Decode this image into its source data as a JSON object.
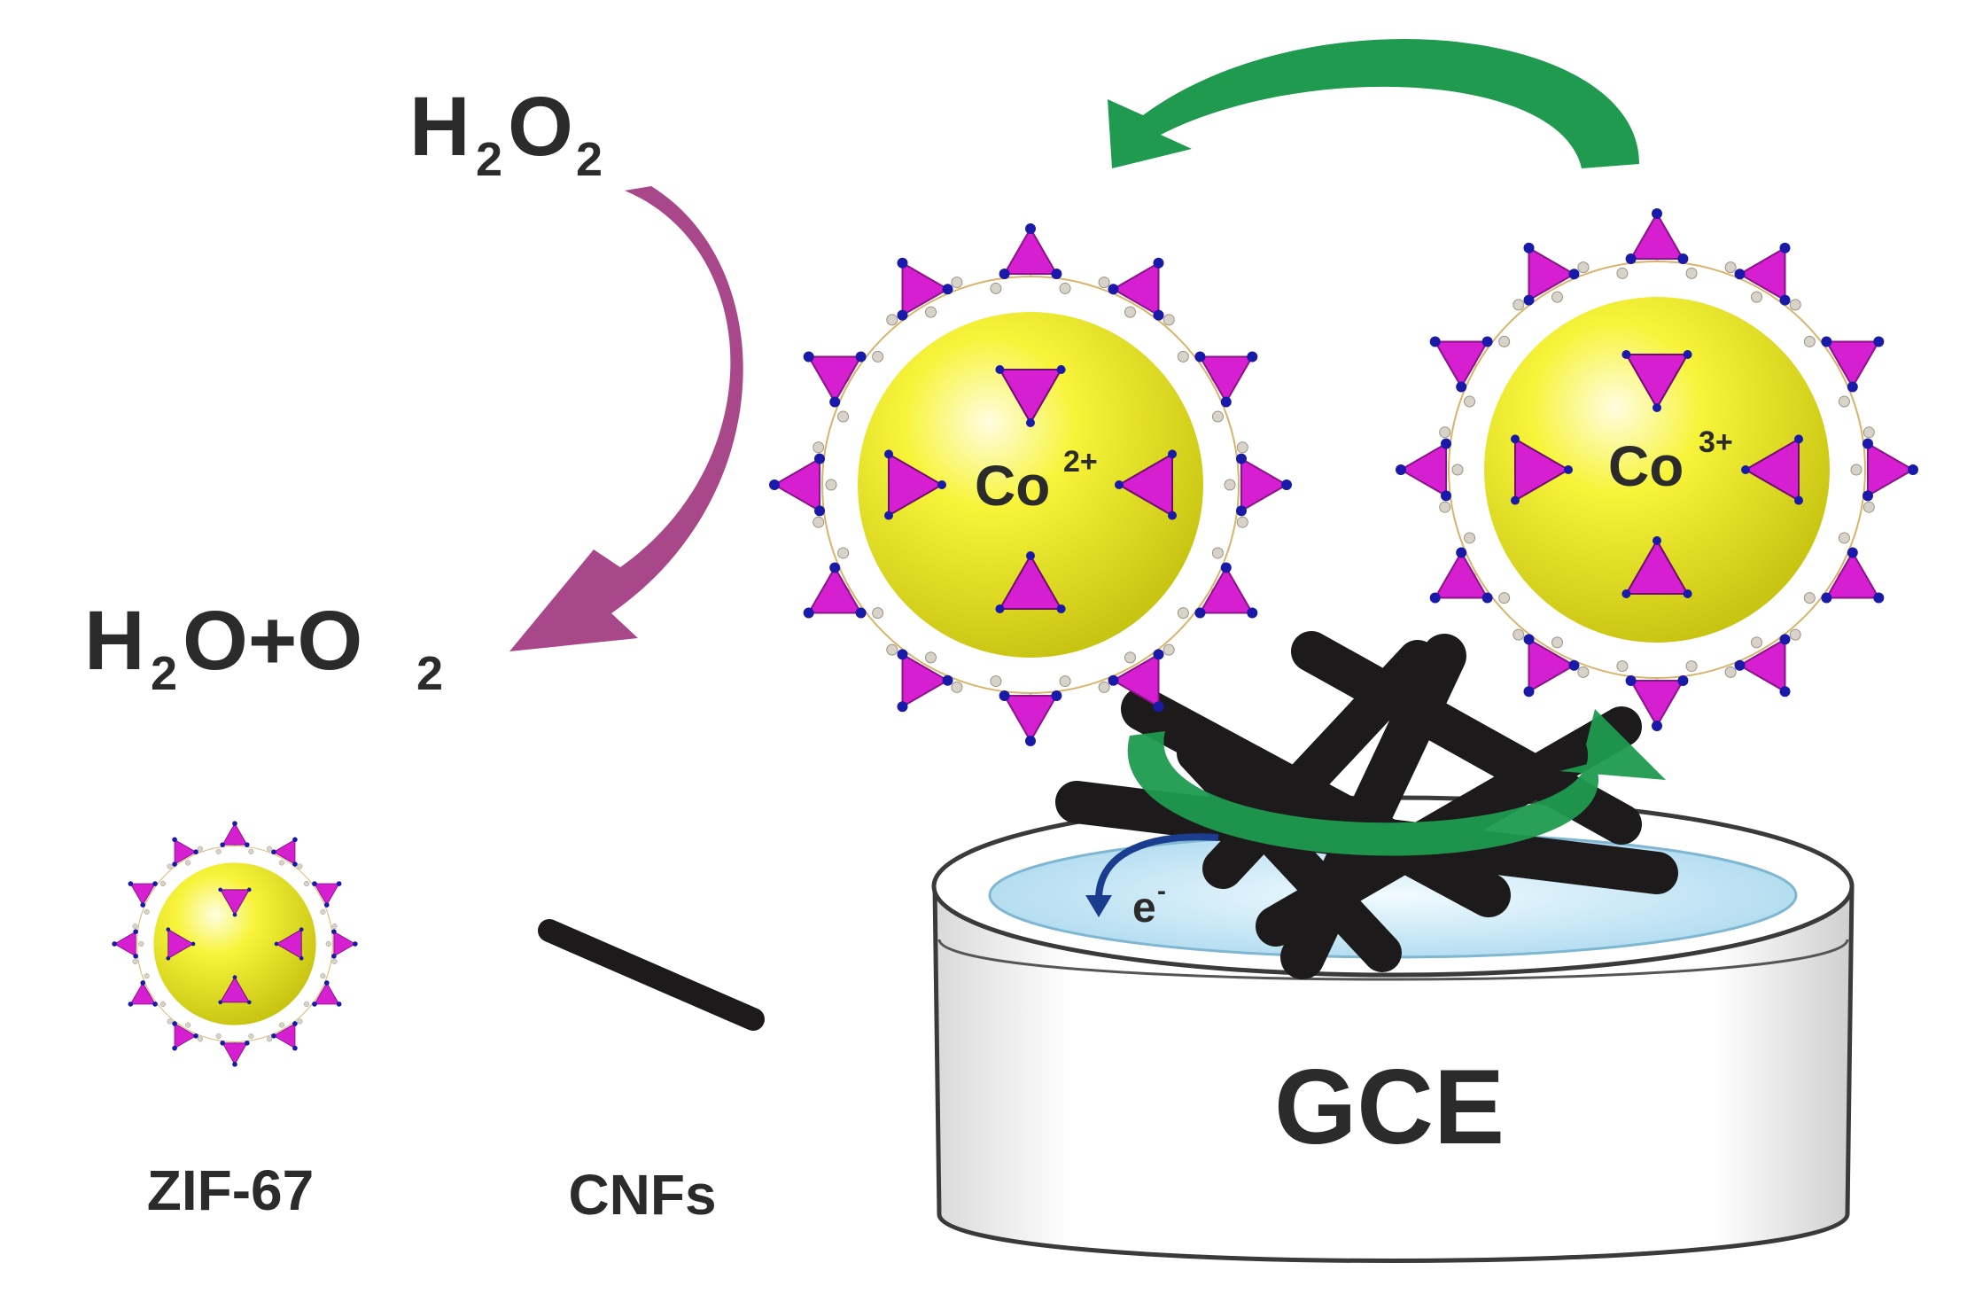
{
  "labels": {
    "reactant": {
      "main": "H",
      "sub1": "2",
      "mid": "O",
      "sub2": "2"
    },
    "product": {
      "p1": "H",
      "s1": "2",
      "p2": "O+O",
      "s2": "2"
    },
    "co_left": {
      "base": "Co",
      "sup": "2+"
    },
    "co_right": {
      "base": "Co",
      "sup": "3+"
    },
    "electron": {
      "base": "e",
      "sup": "-"
    },
    "electrode": "GCE",
    "legend_zif": "ZIF-67",
    "legend_cnf": "CNFs"
  },
  "colors": {
    "arrow_green": "#1f9a4e",
    "arrow_magenta": "#a8488a",
    "sphere_yellow": "#f2ef2a",
    "polyhedron": "#d61fd0",
    "node_blue": "#1a1aa8",
    "fiber": "#1c1a1a",
    "electrode_disk": "#cfe9f5",
    "electron_arrow": "#1b3d8f"
  },
  "icons": [
    "curved-arrow",
    "zif-67-framework",
    "carbon-nanofiber",
    "electrode-cylinder"
  ]
}
